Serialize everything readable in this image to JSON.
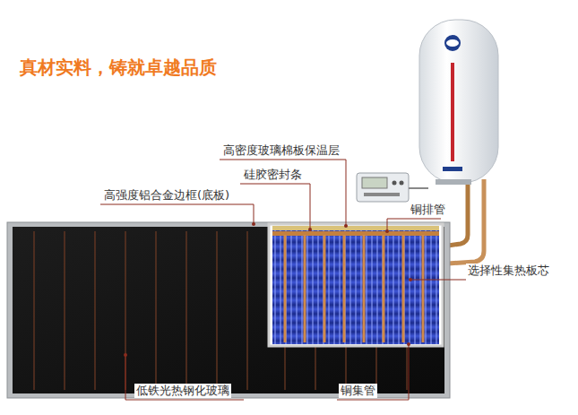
{
  "diagram": {
    "title": "真材实料，铸就卓越品质",
    "labels": [
      "高密度玻璃棉板保温层",
      "硅胶密封条",
      "高强度铝合金边框(底板)",
      "铜排管",
      "选择性集热板芯",
      "低铁光热钢化玻璃",
      "铜集管"
    ]
  }
}
